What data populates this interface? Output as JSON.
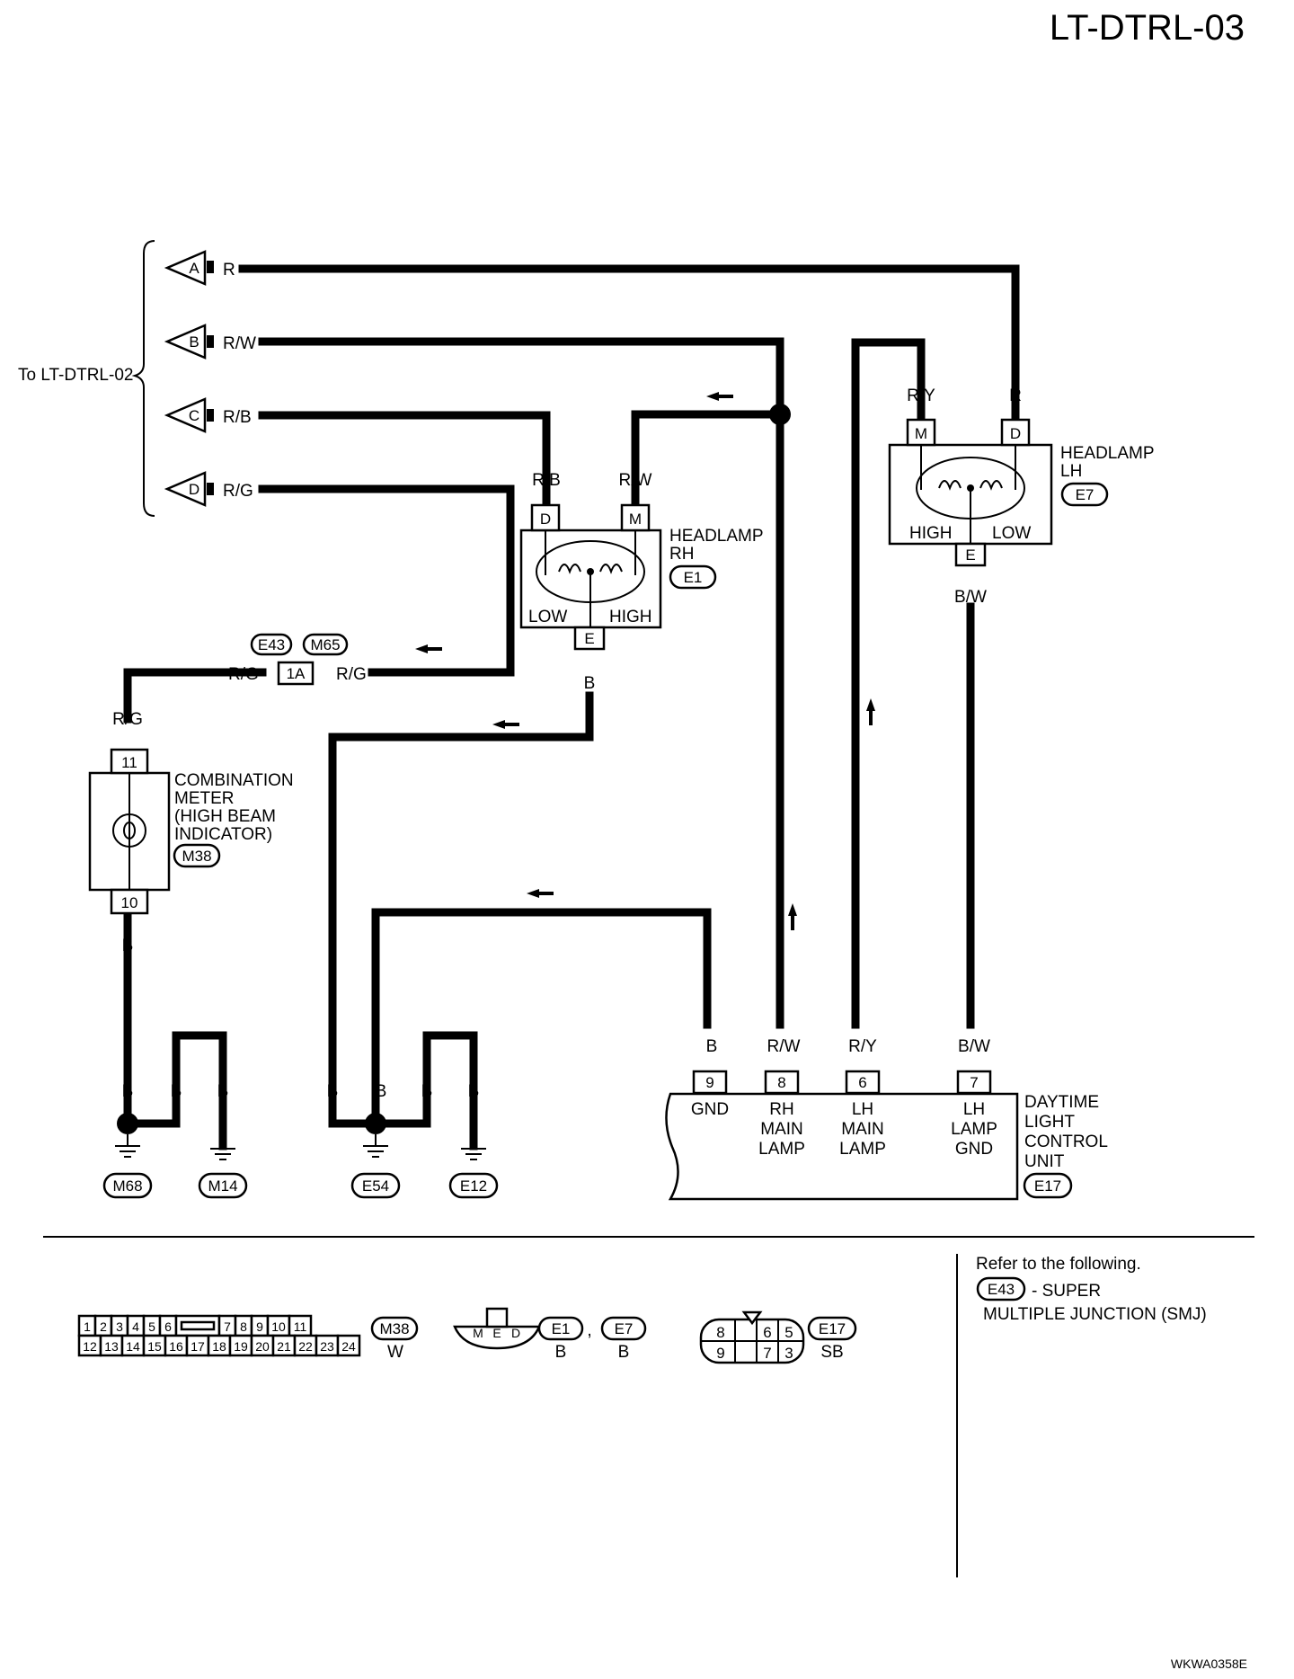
{
  "page": {
    "code": "LT-DTRL-03",
    "figure_id": "WKWA0358E"
  },
  "left_brace_label": "To LT-DTRL-02",
  "terminals": [
    {
      "letter": "A",
      "wire": "R"
    },
    {
      "letter": "B",
      "wire": "R/W"
    },
    {
      "letter": "C",
      "wire": "R/B"
    },
    {
      "letter": "D",
      "wire": "R/G"
    }
  ],
  "headlamp_rh": {
    "title": "HEADLAMP",
    "title2": "RH",
    "connector": "E1",
    "pin_d": "D",
    "pin_m": "M",
    "pin_e": "E",
    "wire_d": "R/B",
    "wire_m": "R/W",
    "wire_e": "B",
    "low": "LOW",
    "high": "HIGH"
  },
  "headlamp_lh": {
    "title": "HEADLAMP",
    "title2": "LH",
    "connector": "E7",
    "pin_m": "M",
    "pin_d": "D",
    "pin_e": "E",
    "wire_m": "R/Y",
    "wire_d": "R",
    "wire_e": "B/W",
    "high": "HIGH",
    "low": "LOW"
  },
  "joint": {
    "conn1": "E43",
    "conn2": "M65",
    "pin": "1A",
    "wire_left": "R/G",
    "wire_right": "R/G"
  },
  "combination_meter": {
    "line1": "COMBINATION",
    "line2": "METER",
    "line3": "(HIGH BEAM",
    "line4": "INDICATOR)",
    "connector": "M38",
    "pin_top": "11",
    "pin_bottom": "10",
    "wire_top": "R/G",
    "wire_bottom": "B"
  },
  "grounds": [
    {
      "name": "M68",
      "wire": "B"
    },
    {
      "name": "M14",
      "wire": "B"
    },
    {
      "name": "E54",
      "wire": "B"
    },
    {
      "name": "E12",
      "wire": "B"
    }
  ],
  "ground_wires": {
    "w1": "B",
    "w2": "B",
    "w3": "B",
    "w4": "B",
    "w5": "B",
    "w6": "B"
  },
  "control_unit": {
    "line1": "DAYTIME",
    "line2": "LIGHT",
    "line3": "CONTROL",
    "line4": "UNIT",
    "connector": "E17",
    "pins": [
      {
        "num": "9",
        "wire": "B",
        "l1": "GND",
        "l2": "",
        "l3": ""
      },
      {
        "num": "8",
        "wire": "R/W",
        "l1": "RH",
        "l2": "MAIN",
        "l3": "LAMP"
      },
      {
        "num": "6",
        "wire": "R/Y",
        "l1": "LH",
        "l2": "MAIN",
        "l3": "LAMP"
      },
      {
        "num": "7",
        "wire": "B/W",
        "l1": "LH",
        "l2": "LAMP",
        "l3": "GND"
      }
    ]
  },
  "legend": {
    "m38_pins_top": [
      "1",
      "2",
      "3",
      "4",
      "5",
      "6",
      "7",
      "8",
      "9",
      "10",
      "11"
    ],
    "m38_pins_bottom": [
      "12",
      "13",
      "14",
      "15",
      "16",
      "17",
      "18",
      "19",
      "20",
      "21",
      "22",
      "23",
      "24"
    ],
    "m38_name": "M38",
    "m38_color": "W",
    "e1_pins": [
      "M",
      "E",
      "D"
    ],
    "e1_name": "E1",
    "e1_color": "B",
    "comma": ",",
    "e7_name": "E7",
    "e7_color": "B",
    "e17_pins_top": [
      "8",
      "6",
      "5"
    ],
    "e17_pins_bottom": [
      "9",
      "7",
      "3"
    ],
    "e17_name": "E17",
    "e17_color": "SB"
  },
  "refer": {
    "line1": "Refer to the following.",
    "conn": "E43",
    "line2": "- SUPER",
    "line3": "MULTIPLE JUNCTION (SMJ)"
  }
}
